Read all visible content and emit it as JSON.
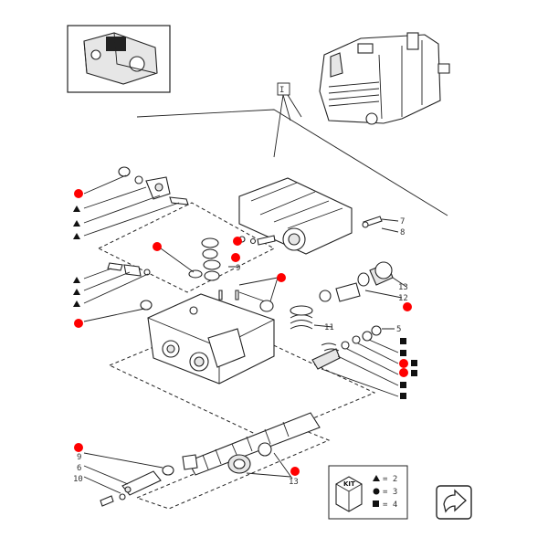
{
  "diagram": {
    "colors": {
      "red_marker": "#ff0000",
      "line": "#222222"
    },
    "overview_marker": "I",
    "callouts": {
      "c7": "7",
      "c8": "8",
      "c9_top": "9",
      "c13_right": "13",
      "c12": "12",
      "c11": "11",
      "c5": "5",
      "c9_left": "9",
      "c6": "6",
      "c10": "10",
      "c13_bottom": "13"
    },
    "kit_legend": {
      "title": "KIT",
      "rows": [
        {
          "symbol": "triangle-icon",
          "value": "= 2"
        },
        {
          "symbol": "circle-icon",
          "value": "= 3"
        },
        {
          "symbol": "square-icon",
          "value": "= 4"
        }
      ]
    },
    "nav_icon": "next-page-arrow-icon"
  }
}
